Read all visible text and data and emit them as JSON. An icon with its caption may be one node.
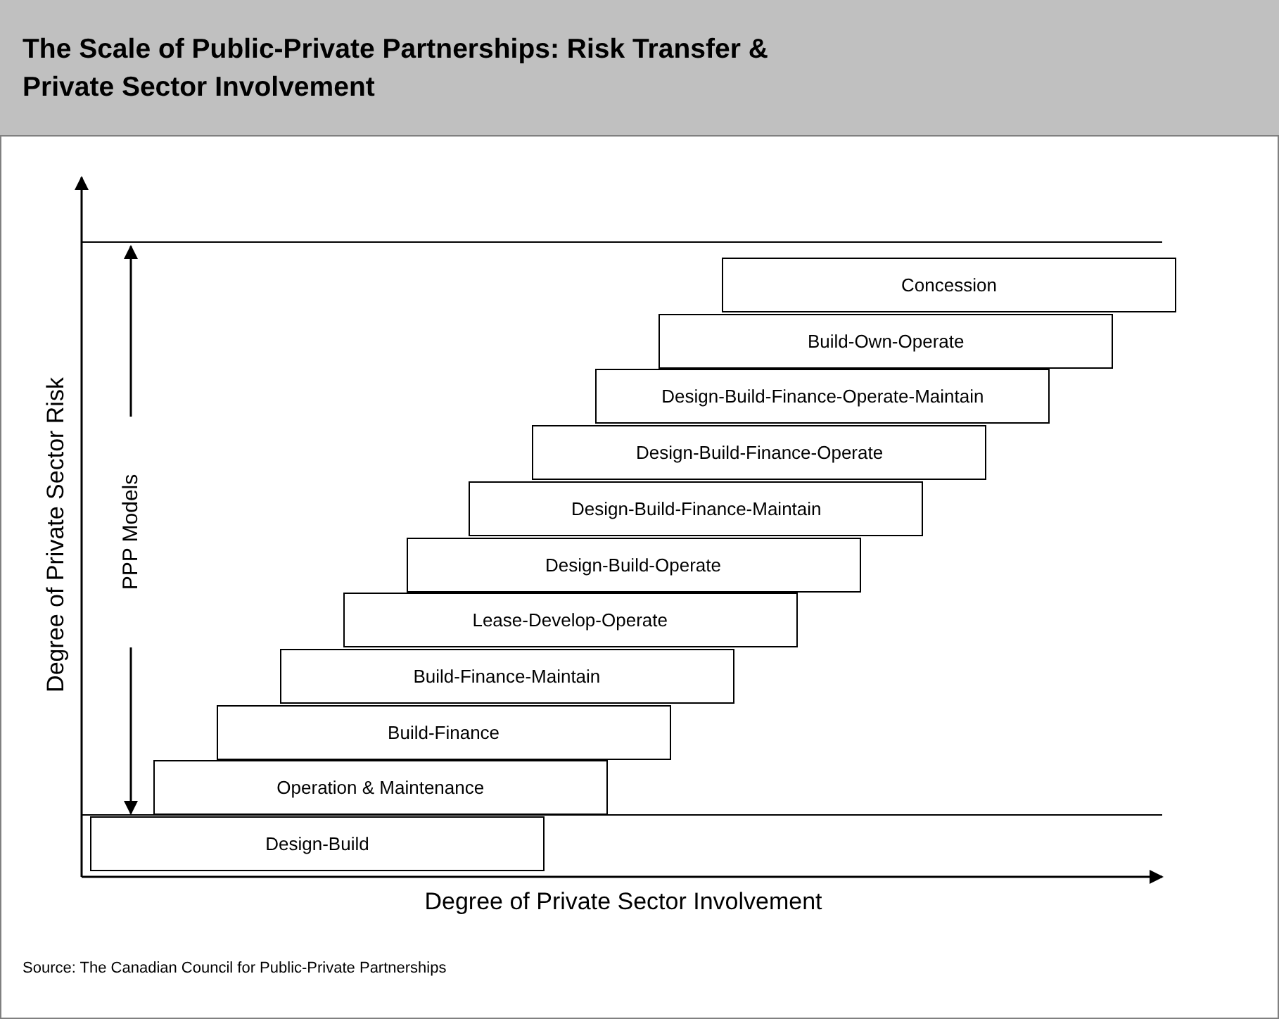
{
  "diagram": {
    "title": "The Scale of Public-Private Partnerships: Risk Transfer & Private Sector Involvement",
    "caption": "Source: The Canadian Council for Public-Private Partnerships",
    "nodes": [
      {
        "text": [
          "Concession"
        ]
      },
      {
        "text": [
          "Build-Own-Operate"
        ]
      },
      {
        "text": [
          "Design-Build-Finance-Operate-Maintain"
        ]
      },
      {
        "text": [
          "Design-Build-Finance-Operate"
        ]
      },
      {
        "text": [
          "Design-Build-Finance-Maintain"
        ]
      },
      {
        "text": [
          "Design-Build-Operate"
        ]
      },
      {
        "text": [
          "Lease-Develop-Operate"
        ]
      },
      {
        "text": [
          "Build-Finance-Maintain"
        ]
      },
      {
        "text": [
          "Build-Finance"
        ]
      },
      {
        "text": [
          "Operation & Maintenance"
        ]
      },
      {
        "text": [
          "Design-Build"
        ]
      }
    ],
    "labels": [
      "Degree of Private Sector Risk",
      "PPP Models",
      "Degree of Private Sector Involvement"
    ]
  }
}
